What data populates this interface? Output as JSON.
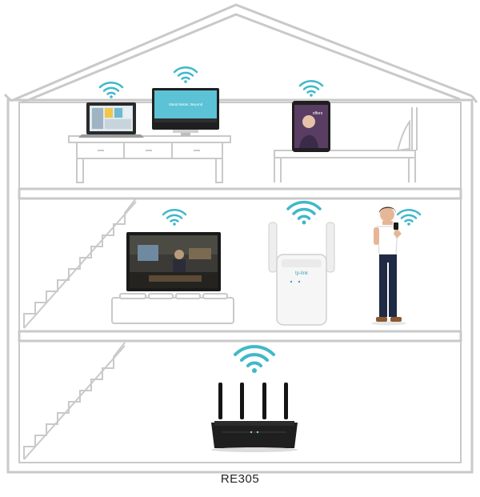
{
  "caption": "RE305",
  "colors": {
    "outline": "#c9c9c9",
    "wifi": "#3fb8c9",
    "device_dark": "#1f1f1f",
    "screen_blue": "#5cc2d6",
    "extender_body": "#f6f6f6"
  },
  "floors": [
    {
      "name": "upper-floor",
      "devices": [
        "laptop",
        "desktop-monitor",
        "tablet"
      ]
    },
    {
      "name": "middle-floor",
      "devices": [
        "television",
        "range-extender",
        "person-with-phone"
      ]
    },
    {
      "name": "ground-floor",
      "devices": [
        "router"
      ]
    }
  ],
  "screen_texts": {
    "monitor": "Stand Better, Beyond",
    "tablet": "offers"
  },
  "extender_brand": "tp-link"
}
